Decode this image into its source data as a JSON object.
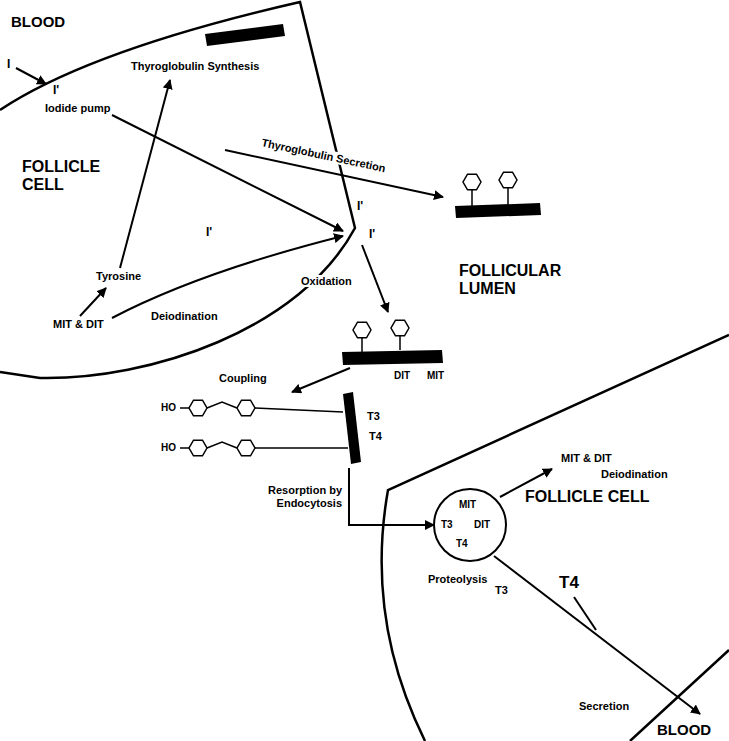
{
  "diagram": {
    "nodes": [
      {
        "text": [
          "FOLLICLE CELL"
        ]
      },
      {
        "text": [
          "T3",
          "T4"
        ]
      },
      {
        "text": [
          "FOLLICLE CELL"
        ]
      },
      {
        "text": [
          "MIT",
          "T3",
          "DIT",
          "T4",
          "Proteolysis"
        ],
        "in": 2
      }
    ],
    "edges": [
      {
        "from": 1,
        "to": 3,
        "arrow": "to",
        "label": "Resorption by Endocytosis"
      }
    ],
    "labels": [
      "BLOOD",
      "I",
      "I'",
      "Iodide pump",
      "Thyroglobulin Synthesis",
      "Thyroglobulin Secretion",
      "I'",
      "I'",
      "Tyrosine",
      "Deiodination",
      "MIT & DIT",
      "I'",
      "Oxidation",
      "FOLLICULAR LUMEN",
      "DIT",
      "MIT",
      "Coupling",
      "HO",
      "HO",
      "MIT & DIT",
      "Deiodination",
      "T4",
      "T3",
      "Secretion",
      "BLOOD"
    ]
  }
}
